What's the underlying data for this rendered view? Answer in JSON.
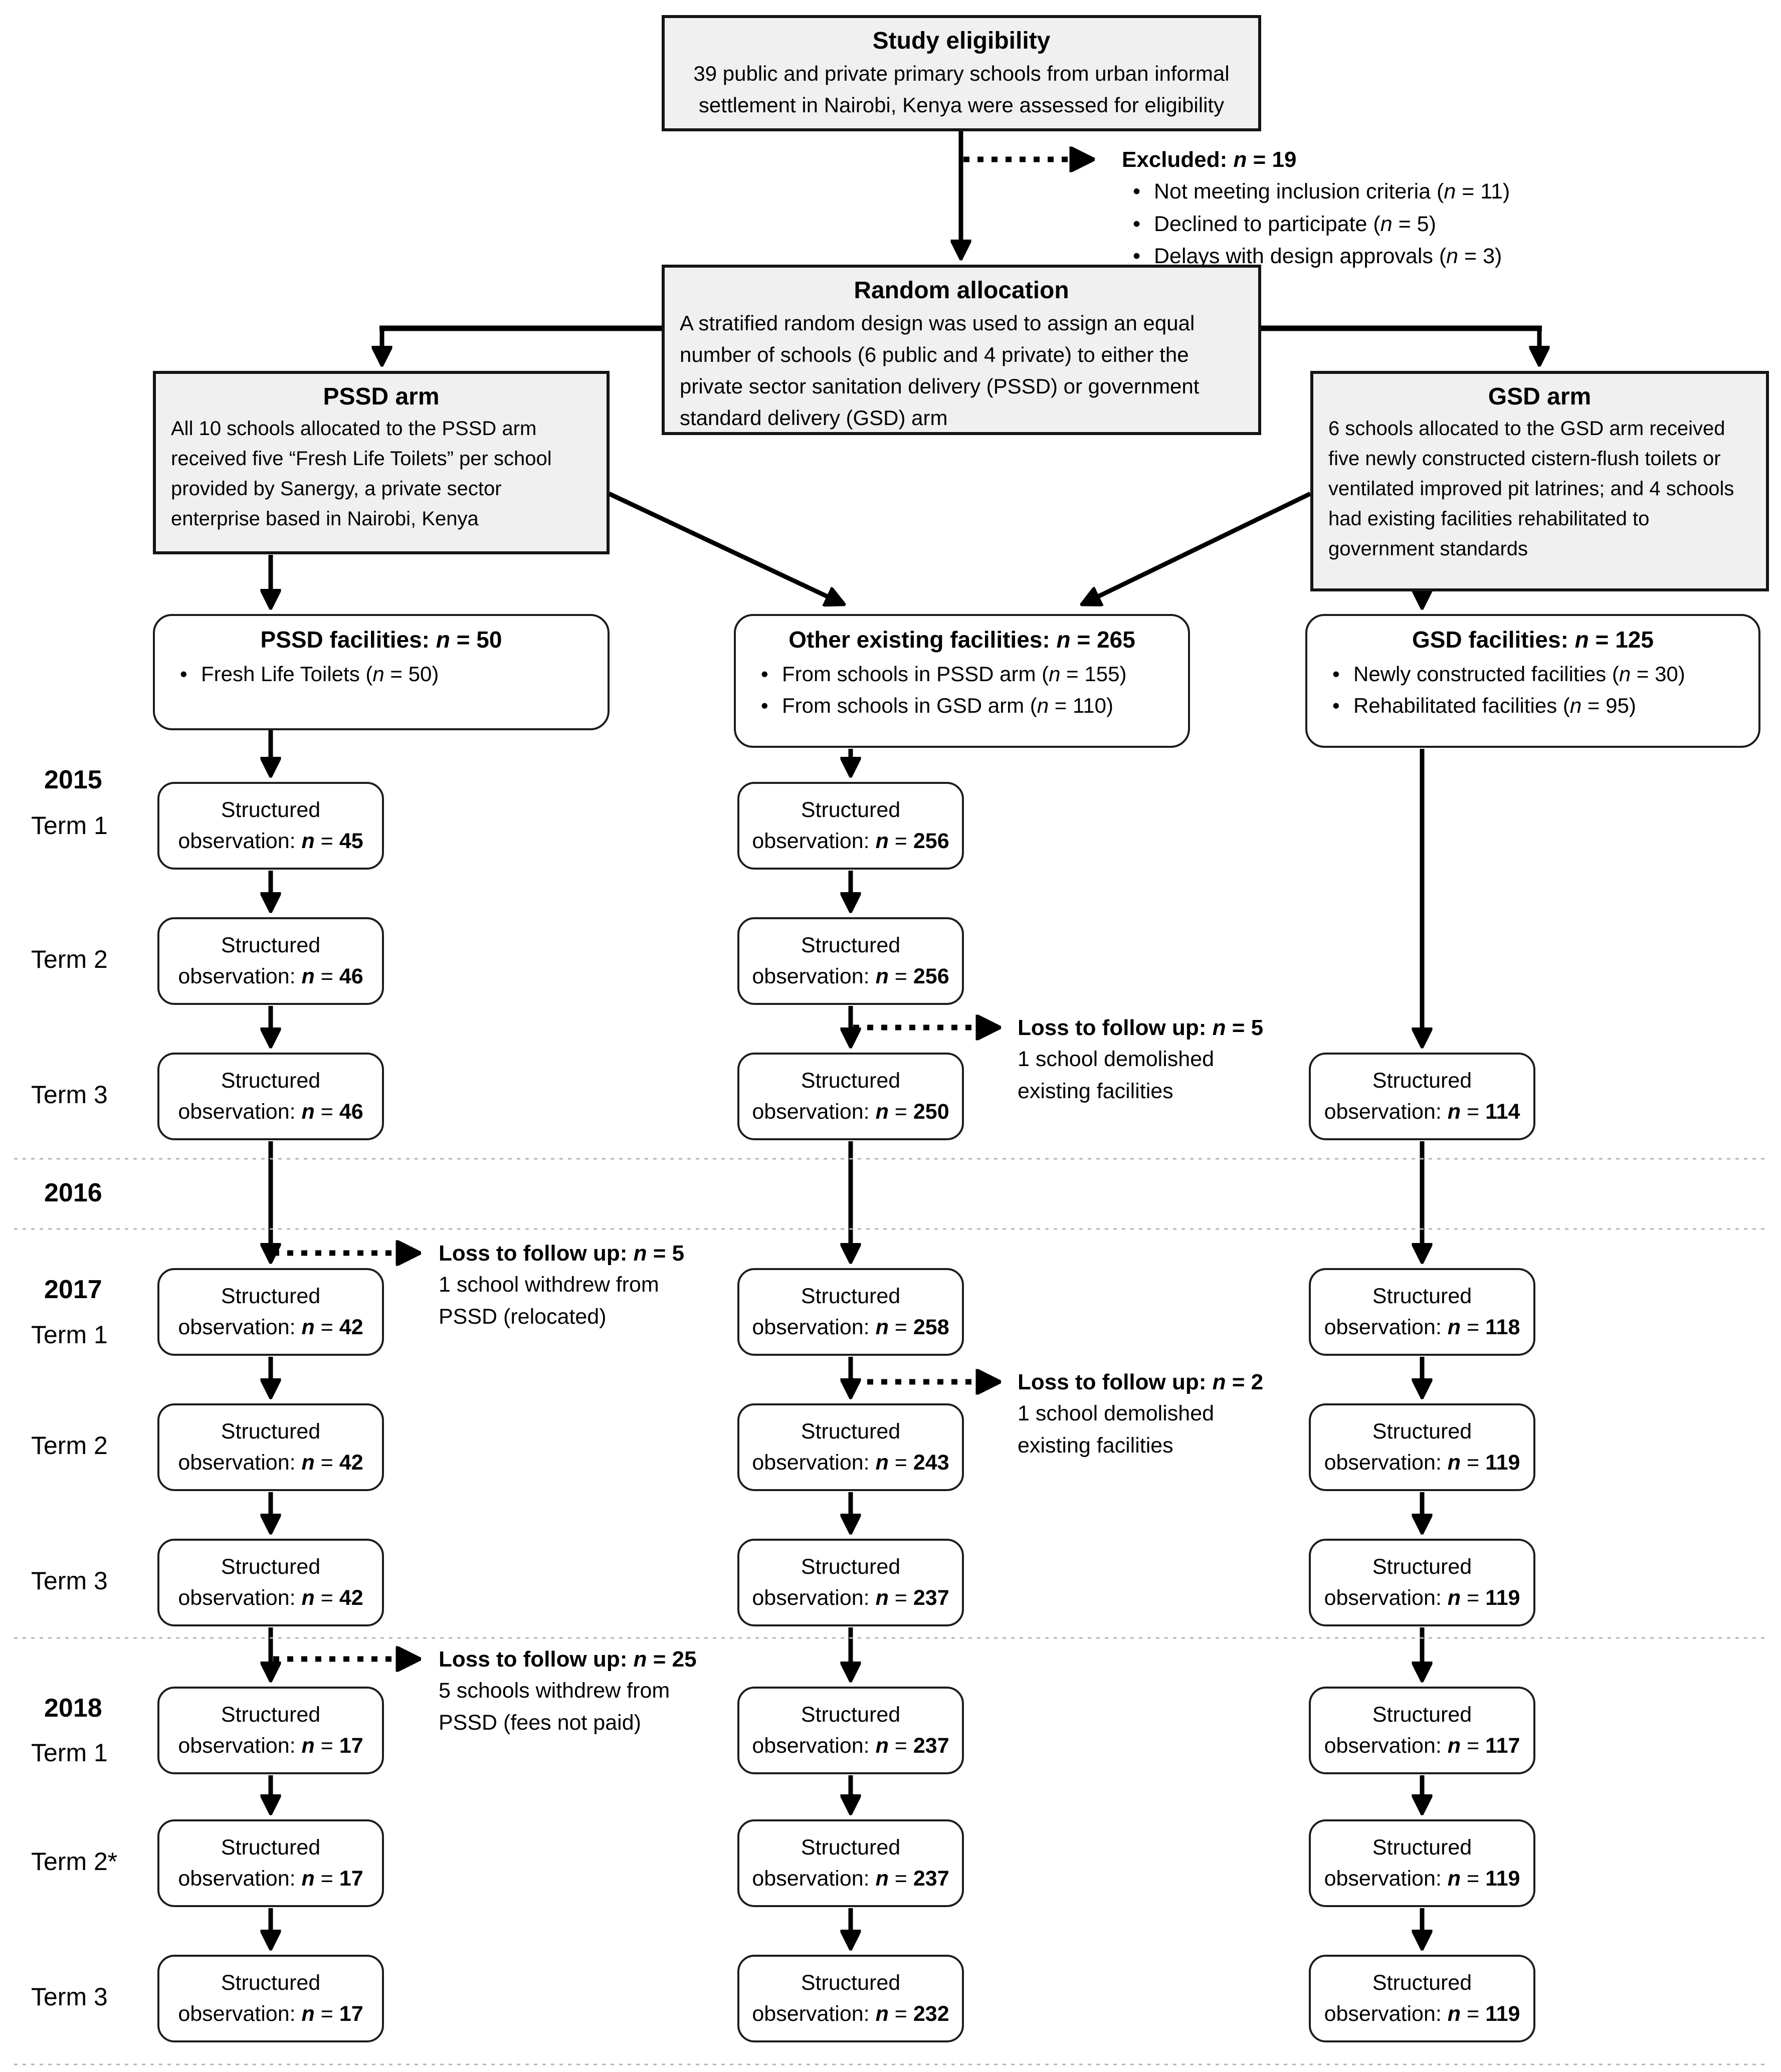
{
  "eligibility": {
    "title": "Study eligibility",
    "body": "39 public and private primary schools from urban informal settlement in Nairobi, Kenya were assessed for eligibility"
  },
  "excluded": {
    "title": "Excluded: n = 19",
    "items": [
      "Not meeting inclusion criteria (n = 11)",
      "Declined to participate (n = 5)",
      "Delays with design approvals (n = 3)"
    ]
  },
  "random_allocation": {
    "title": "Random allocation",
    "body": "A stratified random design was used to assign an equal number of schools (6 public and 4 private) to either the private sector sanitation delivery (PSSD) or government standard delivery (GSD) arm"
  },
  "pssd_arm": {
    "title": "PSSD arm",
    "body": "All 10 schools allocated to the PSSD arm received five “Fresh Life Toilets” per school provided by Sanergy, a private sector enterprise based in Nairobi, Kenya"
  },
  "gsd_arm": {
    "title": "GSD arm",
    "body": "6 schools allocated to the GSD arm received five newly constructed cistern-flush toilets or ventilated improved pit latrines; and 4 schools had existing facilities rehabilitated to government standards"
  },
  "facilities": {
    "pssd": {
      "title": "PSSD facilities: n = 50",
      "items": [
        "Fresh Life Toilets (n = 50)"
      ]
    },
    "other": {
      "title": "Other existing facilities: n = 265",
      "items": [
        "From schools in PSSD arm (n = 155)",
        "From schools in GSD arm (n = 110)"
      ]
    },
    "gsd": {
      "title": "GSD facilities: n = 125",
      "items": [
        "Newly constructed facilities (n = 30)",
        "Rehabilitated facilities (n = 95)"
      ]
    }
  },
  "obs": {
    "structured": "Structured",
    "pssd2015": [
      "observation: n = 45",
      "observation: n = 46",
      "observation: n = 46"
    ],
    "other2015": [
      "observation: n = 256",
      "observation: n = 256",
      "observation: n = 250"
    ],
    "gsd2015": [
      "observation: n = 114"
    ],
    "pssd2017": [
      "observation: n = 42",
      "observation: n = 42",
      "observation: n = 42"
    ],
    "other2017": [
      "observation: n = 258",
      "observation: n = 243",
      "observation: n = 237"
    ],
    "gsd2017": [
      "observation: n = 118",
      "observation: n = 119",
      "observation: n = 119"
    ],
    "pssd2018": [
      "observation: n = 17",
      "observation: n = 17",
      "observation: n = 17"
    ],
    "other2018": [
      "observation: n = 237",
      "observation: n = 237",
      "observation: n = 232"
    ],
    "gsd2018": [
      "observation: n = 117",
      "observation: n = 119",
      "observation: n = 119"
    ]
  },
  "losses": {
    "other2015": {
      "title": "Loss to follow up: n = 5",
      "lines": [
        "1 school demolished",
        "existing facilities"
      ]
    },
    "pssd2017": {
      "title": "Loss to follow up: n = 5",
      "lines": [
        "1 school withdrew from",
        "PSSD (relocated)"
      ]
    },
    "other2017": {
      "title": "Loss to follow up: n = 2",
      "lines": [
        "1 school demolished",
        "existing facilities"
      ]
    },
    "pssd2018": {
      "title": "Loss to follow up: n = 25",
      "lines": [
        "5 schools withdrew from",
        "PSSD (fees not paid)"
      ]
    }
  },
  "timeline": {
    "y2015": "2015",
    "y2016": "2016",
    "y2017": "2017",
    "y2018": "2018",
    "term1": "Term 1",
    "term2": "Term 2",
    "term3": "Term 3",
    "term2_star": "Term 2*"
  }
}
